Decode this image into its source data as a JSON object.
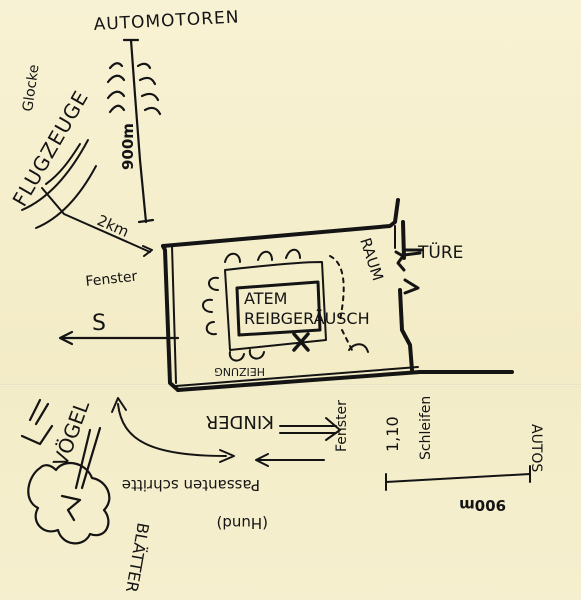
{
  "sketch": {
    "labels": {
      "automotoren": "AUTOMOTOREN",
      "glocke": "Glocke",
      "flugzeuge": "FLUGZEUGE",
      "dist_900m_top": "900m",
      "dist_2km": "2km",
      "fenster_left": "Fenster",
      "s": "S",
      "tuere": "TÜRE",
      "raum": "RAUM",
      "atem": "ATEM",
      "reibgeraeusch": "REIBGERÄUSCH",
      "heizung": "HEIZUNG",
      "x_mark": "X",
      "voegel": "VÖGEL",
      "kinder": "KINDER",
      "fenster_right": "Fenster",
      "height_110": "1,10",
      "schleifen": "Schleifen",
      "passanten": "Passanten schritte",
      "hund": "(Hund)",
      "blaetter": "BLÄTTER",
      "dist_900m_bottom": "900m",
      "autos": "AUTOS"
    },
    "colors": {
      "ink": "#141414",
      "paper": "#f6f0cf"
    }
  }
}
